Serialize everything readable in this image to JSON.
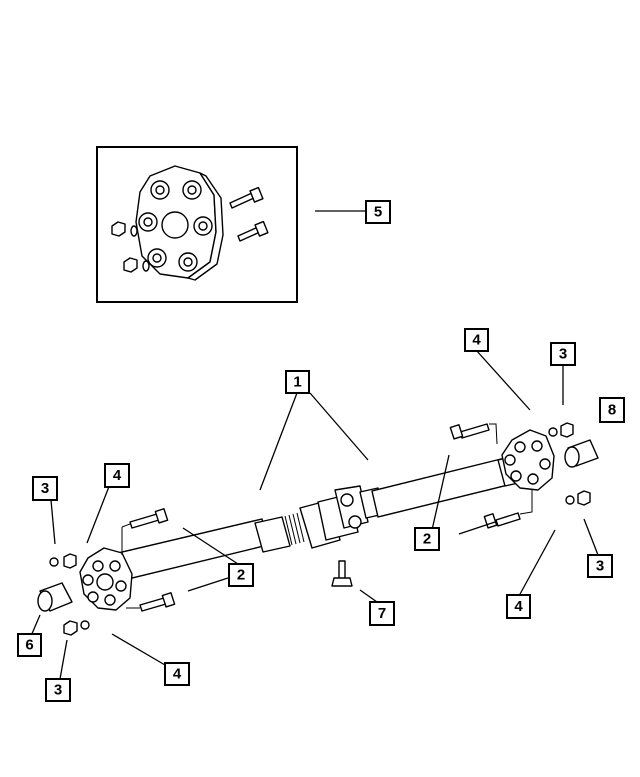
{
  "callouts": {
    "c1": "1",
    "c2a": "2",
    "c2b": "2",
    "c3a": "3",
    "c3b": "3",
    "c3c": "3",
    "c3d": "3",
    "c4a": "4",
    "c4b": "4",
    "c4c": "4",
    "c4d": "4",
    "c5": "5",
    "c6": "6",
    "c7": "7",
    "c8": "8"
  }
}
